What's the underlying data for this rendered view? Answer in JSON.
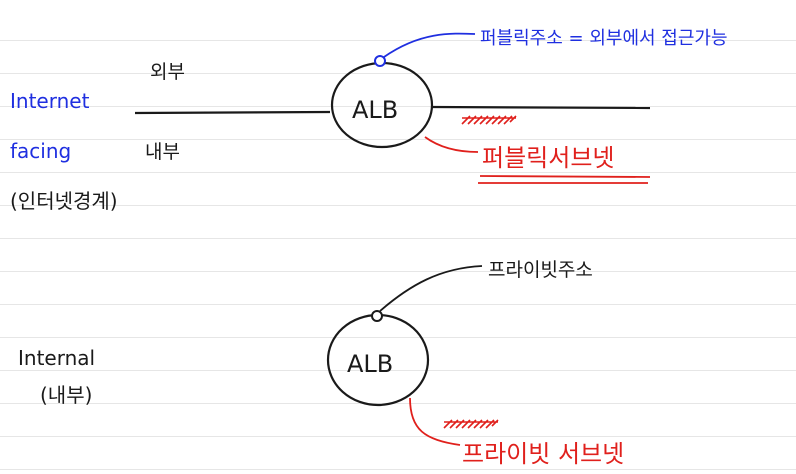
{
  "top": {
    "label_line1": "Internet",
    "label_line2": "facing",
    "label_line3": "(인터넷경계)",
    "outside_label": "외부",
    "inside_label": "내부",
    "alb_label": "ALB",
    "public_note": "퍼블릭주소 = 외부에서 접근가능",
    "subnet_label": "퍼블릭서브넷"
  },
  "bottom": {
    "label_line1": "Internal",
    "label_line2": "(내부)",
    "alb_label": "ALB",
    "private_note": "프라이빗주소",
    "subnet_label": "프라이빗 서브넷"
  },
  "colors": {
    "blue": "#1f2fe0",
    "red": "#e0201c",
    "ink": "#1a1a1a"
  }
}
